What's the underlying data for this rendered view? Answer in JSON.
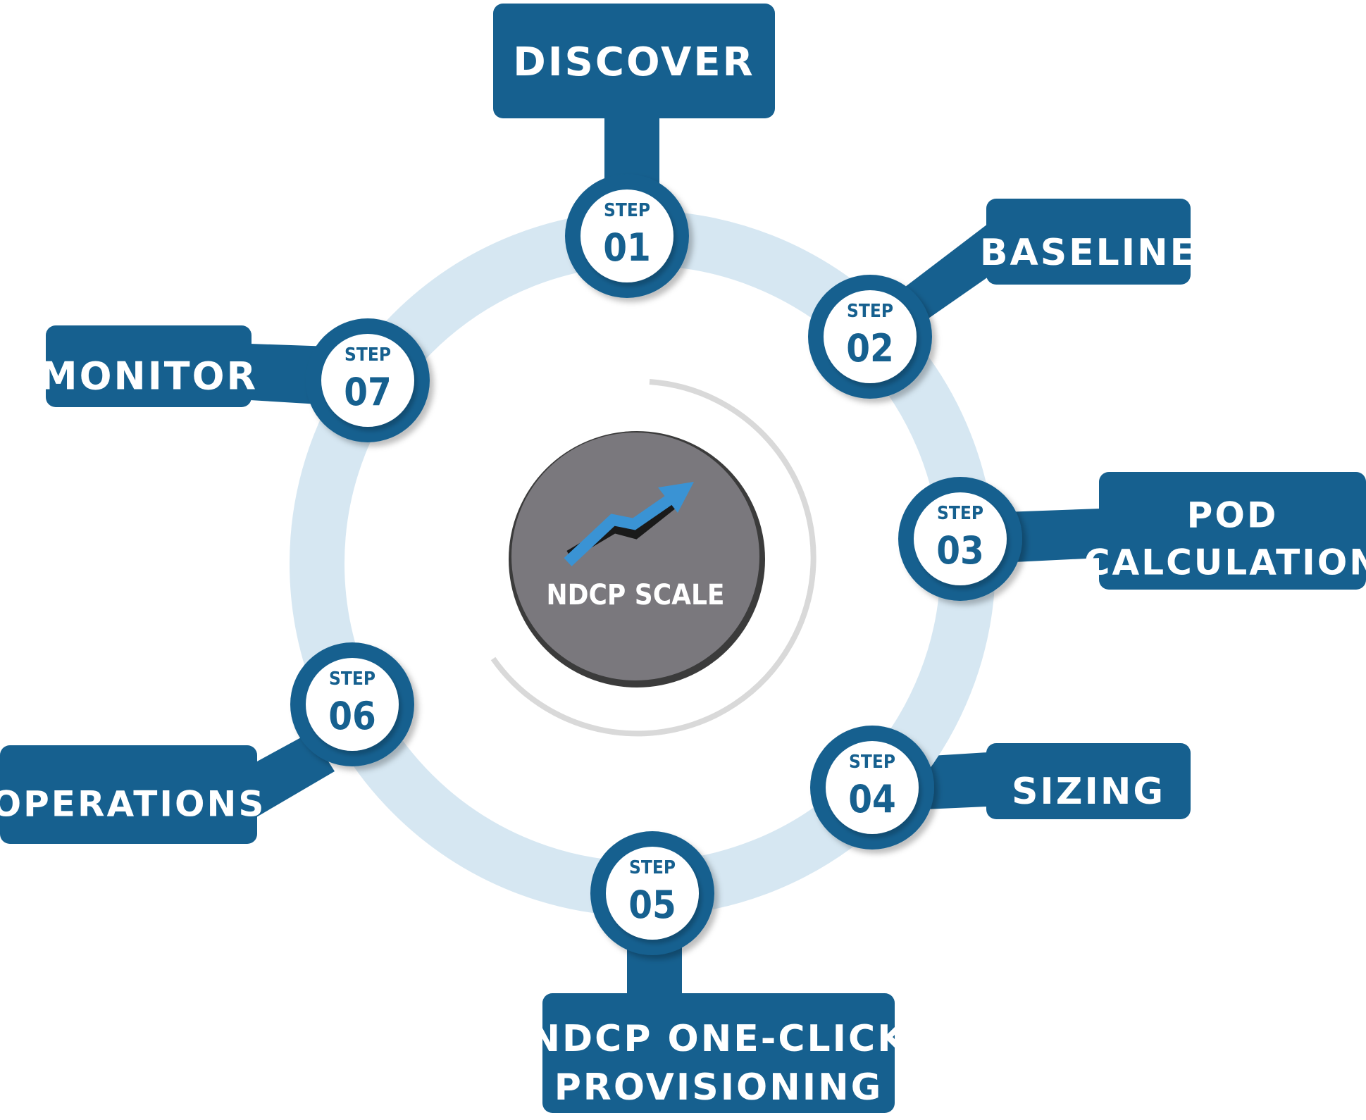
{
  "center": {
    "title": "NDCP SCALE"
  },
  "step_word": "STEP",
  "steps": [
    {
      "number": "01",
      "label_lines": [
        "DISCOVER"
      ]
    },
    {
      "number": "02",
      "label_lines": [
        "BASELINE"
      ]
    },
    {
      "number": "03",
      "label_lines": [
        "POD",
        "CALCULATION"
      ]
    },
    {
      "number": "04",
      "label_lines": [
        "SIZING"
      ]
    },
    {
      "number": "05",
      "label_lines": [
        "NDCP ONE-CLICK",
        "PROVISIONING"
      ]
    },
    {
      "number": "06",
      "label_lines": [
        "OPERATIONS"
      ]
    },
    {
      "number": "07",
      "label_lines": [
        "MONITOR"
      ]
    }
  ],
  "colors": {
    "primary_blue": "#16608f",
    "ring": "#d6e7f2",
    "center_gray": "#7a787d",
    "arrow_blue": "#3a93d4"
  },
  "icons": [
    "trend-arrow-icon"
  ]
}
